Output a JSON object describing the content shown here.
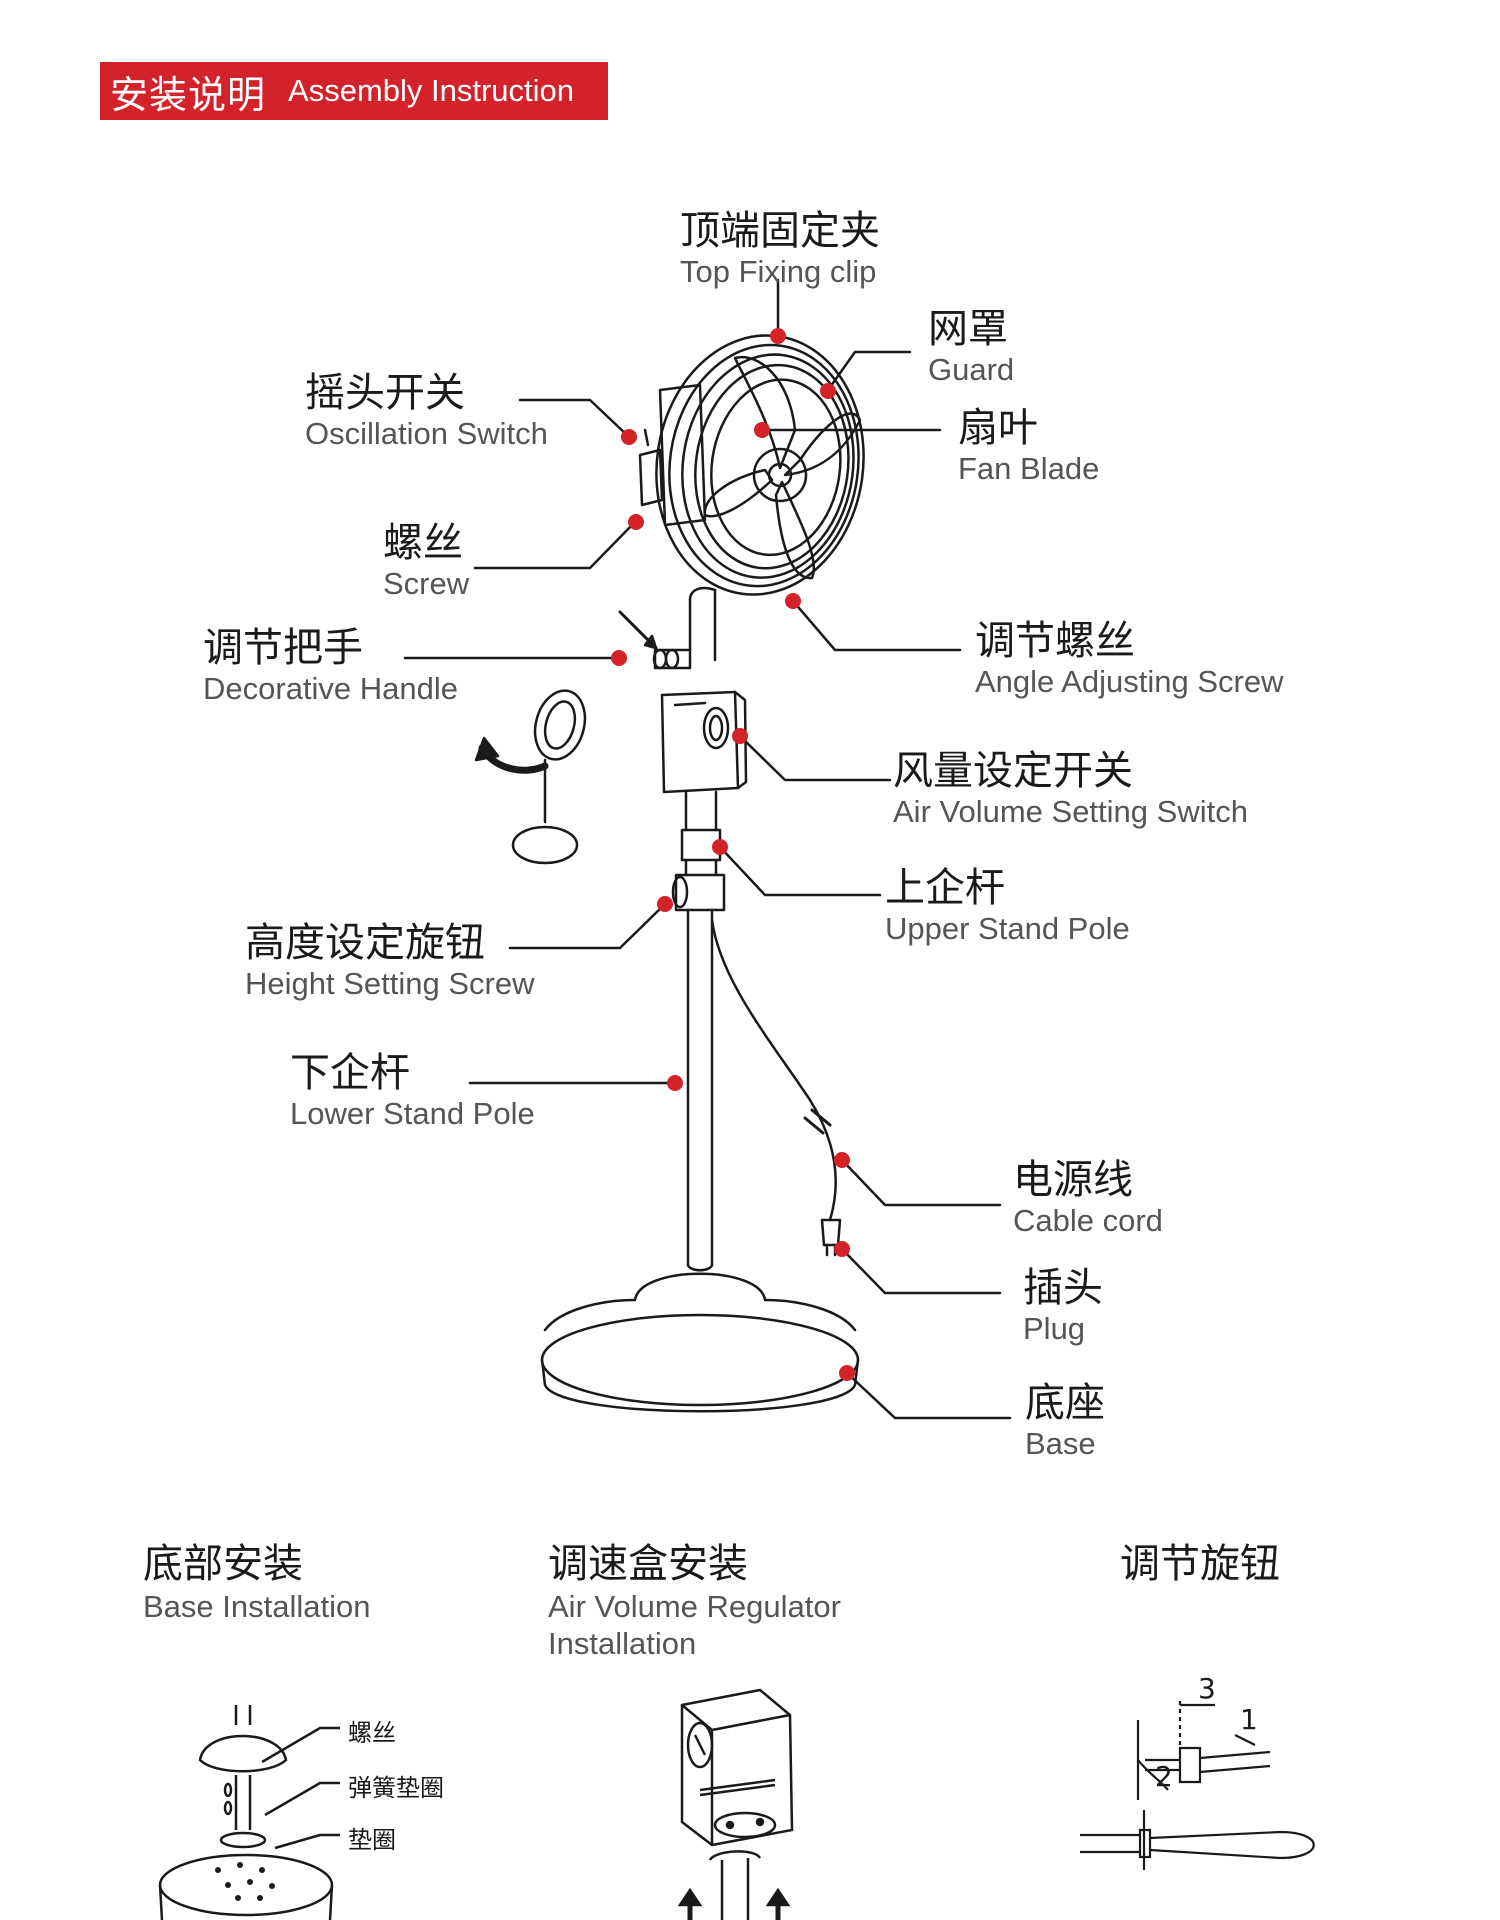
{
  "header": {
    "title_zh": "安装说明",
    "title_en": "Assembly Instruction"
  },
  "colors": {
    "accent": "#d3222a",
    "line": "#1a1a1a"
  },
  "parts": [
    {
      "id": "top-fixing-clip",
      "zh": "顶端固定夹",
      "en": "Top Fixing clip"
    },
    {
      "id": "guard",
      "zh": "网罩",
      "en": "Guard"
    },
    {
      "id": "oscillation-switch",
      "zh": "摇头开关",
      "en": "Oscillation Switch"
    },
    {
      "id": "fan-blade",
      "zh": "扇叶",
      "en": "Fan Blade"
    },
    {
      "id": "screw",
      "zh": "螺丝",
      "en": "Screw"
    },
    {
      "id": "decorative-handle",
      "zh": "调节把手",
      "en": "Decorative Handle"
    },
    {
      "id": "angle-adjusting-screw",
      "zh": "调节螺丝",
      "en": "Angle Adjusting Screw"
    },
    {
      "id": "air-volume-switch",
      "zh": "风量设定开关",
      "en": "Air Volume Setting Switch"
    },
    {
      "id": "upper-stand-pole",
      "zh": "上企杆",
      "en": "Upper Stand Pole"
    },
    {
      "id": "height-setting-screw",
      "zh": "高度设定旋钮",
      "en": "Height Setting Screw"
    },
    {
      "id": "lower-stand-pole",
      "zh": "下企杆",
      "en": "Lower Stand Pole"
    },
    {
      "id": "cable-cord",
      "zh": "电源线",
      "en": "Cable cord"
    },
    {
      "id": "plug",
      "zh": "插头",
      "en": "Plug"
    },
    {
      "id": "base",
      "zh": "底座",
      "en": "Base"
    }
  ],
  "sections": {
    "base_installation": {
      "zh": "底部安装",
      "en": "Base Installation",
      "labels": [
        "螺丝",
        "弹簧垫圈",
        "垫圈"
      ]
    },
    "regulator_installation": {
      "zh": "调速盒安装",
      "en_line1": "Air Volume Regulator",
      "en_line2": "Installation"
    },
    "knob": {
      "zh": "调节旋钮",
      "steps": [
        "1",
        "2",
        "3"
      ]
    }
  }
}
